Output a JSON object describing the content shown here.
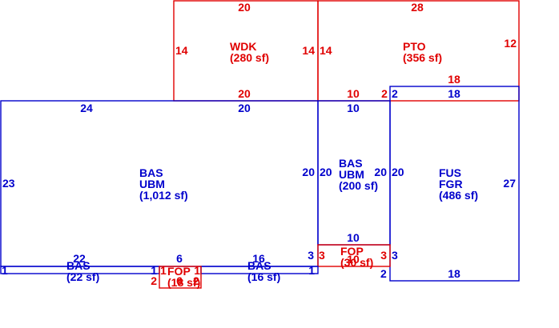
{
  "areas": {
    "wdk": {
      "code": "WDK",
      "area": "(280 sf)",
      "dims": [
        "20",
        "14",
        "14",
        "20"
      ],
      "color": "#e00000"
    },
    "pto": {
      "code": "PTO",
      "area": "(356 sf)",
      "dims": [
        "28",
        "14",
        "12",
        "18",
        "10",
        "2"
      ],
      "color": "#e00000"
    },
    "bas_main": {
      "code": "BAS",
      "sub": "UBM",
      "area": "(1,012 sf)",
      "dims": [
        "24",
        "20",
        "23",
        "20"
      ],
      "color": "#0000cc"
    },
    "bas_mid": {
      "code": "BAS",
      "sub": "UBM",
      "area": "(200 sf)",
      "dims": [
        "10",
        "20",
        "20",
        "10"
      ],
      "color": "#0000cc"
    },
    "fus": {
      "code": "FUS",
      "sub": "FGR",
      "area": "(486 sf)",
      "dims": [
        "2",
        "18",
        "20",
        "27",
        "3",
        "2",
        "18"
      ],
      "color": "#0000cc"
    },
    "bas_left": {
      "code": "BAS",
      "area": "(22 sf)",
      "dims": [
        "22",
        "1",
        "1"
      ],
      "color": "#0000cc"
    },
    "bas_right": {
      "code": "BAS",
      "area": "(16 sf)",
      "dims": [
        "16",
        "3",
        "1"
      ],
      "color": "#0000cc"
    },
    "fop_small": {
      "code": "FOP",
      "area": "(18 sf)",
      "dims": [
        "6",
        "1",
        "1",
        "2",
        "2",
        "6"
      ],
      "color": "#e00000"
    },
    "fop_mid": {
      "code": "FOP",
      "area": "(30 sf)",
      "dims": [
        "10",
        "3",
        "3"
      ],
      "color": "#e00000"
    }
  }
}
